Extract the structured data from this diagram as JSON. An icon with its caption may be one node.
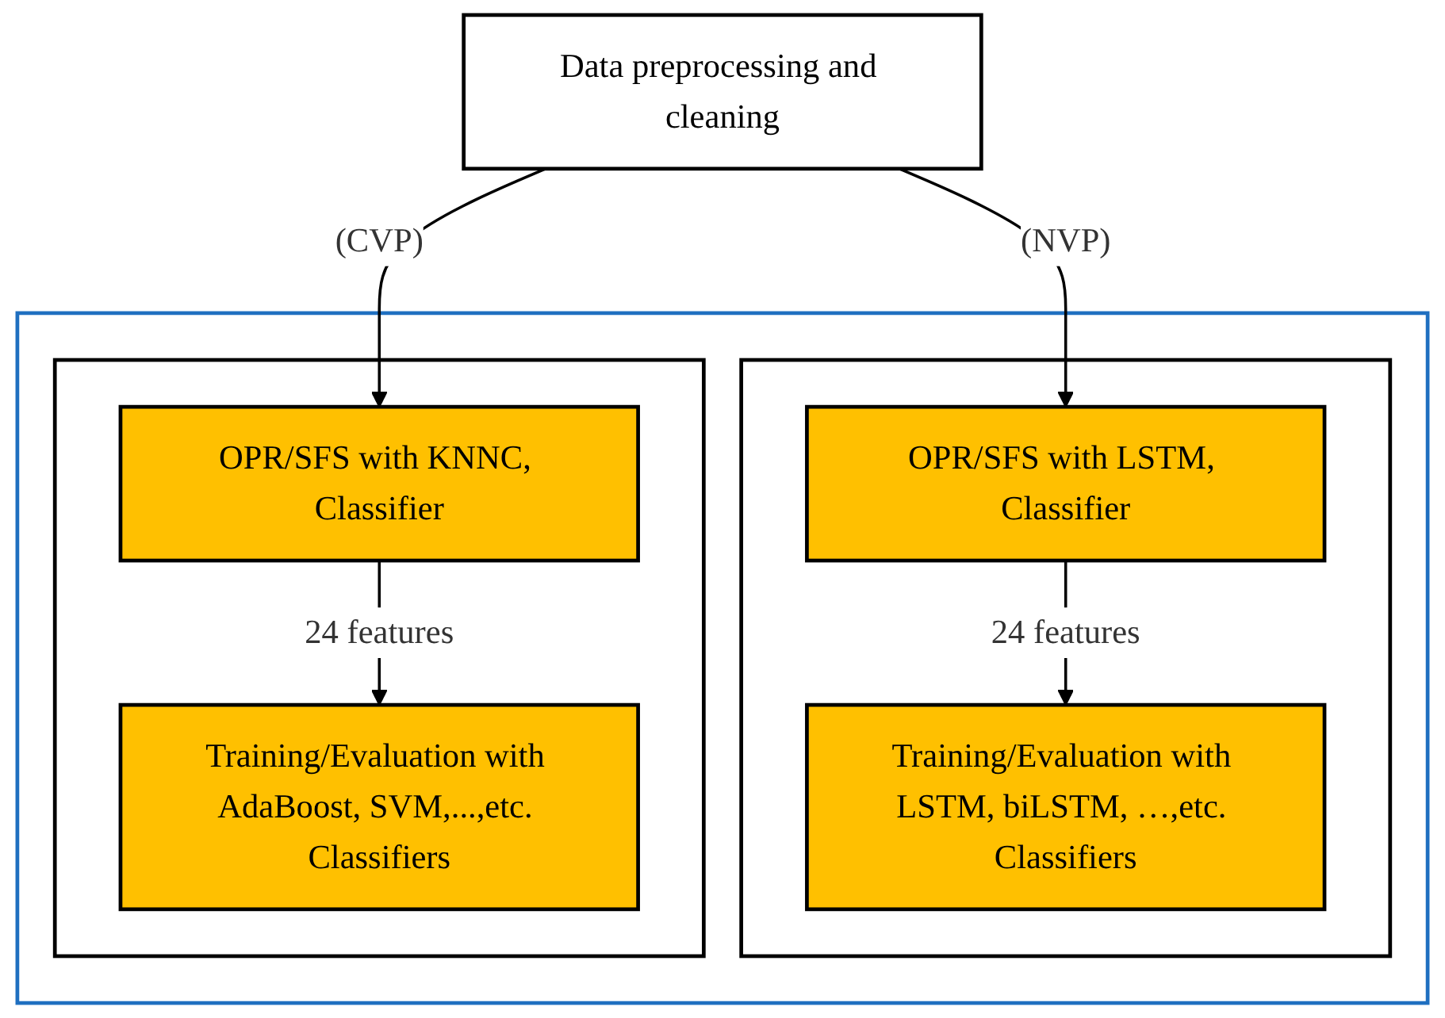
{
  "diagram": {
    "nodes": [
      {
        "text": [
          "Data preprocessing and cleaning"
        ]
      },
      {
        "text": [],
        "shape": "box"
      },
      {
        "text": [],
        "shape": "box",
        "in": 1
      },
      {
        "text": [
          "OPR/SFS with KNNC, Classifier"
        ],
        "in": 2
      },
      {
        "text": [
          "Training/Evaluation with AdaBoost, SVM,...,etc. Classifiers"
        ],
        "in": 2
      },
      {
        "text": [],
        "shape": "box",
        "in": 1
      },
      {
        "text": [
          "OPR/SFS with LSTM, Classifier"
        ],
        "in": 5
      },
      {
        "text": [
          "Training/Evaluation with LSTM, biLSTM, …,etc. Classifiers"
        ],
        "in": 5
      }
    ],
    "edges": [
      {
        "from": 0,
        "to": 3,
        "arrow": "to",
        "label": "(CVP)"
      },
      {
        "from": 0,
        "to": 6,
        "arrow": "to",
        "label": "(NVP)"
      },
      {
        "from": 3,
        "to": 4,
        "arrow": "to",
        "label": "24 features"
      },
      {
        "from": 6,
        "to": 7,
        "arrow": "to",
        "label": "24 features"
      }
    ]
  }
}
